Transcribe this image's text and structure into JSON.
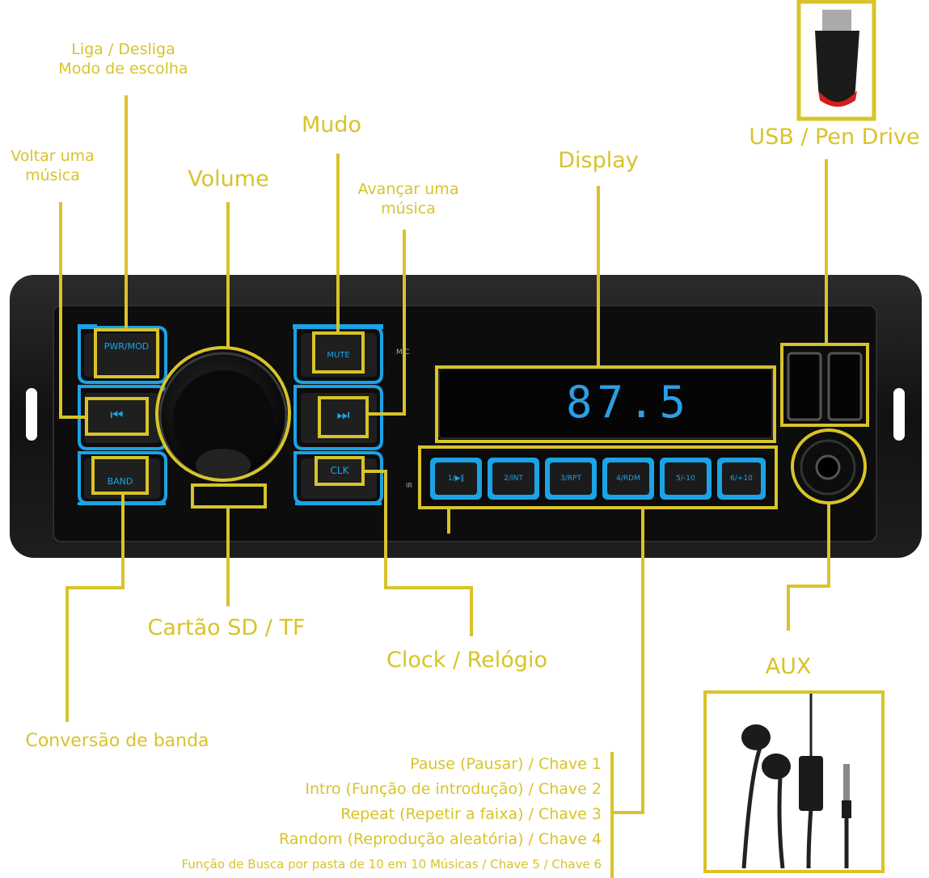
{
  "labels": {
    "power_line1": "Liga / Desliga",
    "power_line2": "Modo de escolha",
    "prev_line1": "Voltar uma",
    "prev_line2": "música",
    "volume": "Volume",
    "mute": "Mudo",
    "next_line1": "Avançar uma",
    "next_line2": "música",
    "display": "Display",
    "usb": "USB / Pen Drive",
    "sd": "Cartão SD / TF",
    "clock": "Clock / Relógio",
    "aux": "AUX",
    "band": "Conversão de banda"
  },
  "functions": [
    "Pause (Pausar) / Chave 1",
    "Intro (Função de introdução) / Chave 2",
    "Repeat (Repetir a faixa) / Chave 3",
    "Random (Reprodução aleatória) / Chave 4",
    "Função de Busca por pasta de 10 em 10 Músicas / Chave 5 / Chave 6"
  ],
  "radio": {
    "frequency": "87.5",
    "buttons": {
      "power": "PWR/MOD",
      "band": "BAND",
      "mute": "MUTE",
      "clock": "CLK",
      "mic": "MIC",
      "ir": "IR",
      "presets": [
        "1/▶‖",
        "2/INT",
        "3/RPT",
        "4/RDM",
        "5/-10",
        "6/+10"
      ]
    }
  },
  "colors": {
    "annotation": "#d8c32a",
    "button_glow": "#1aa3e6",
    "display_digits": "#2a9fe6",
    "body": "#151515"
  }
}
